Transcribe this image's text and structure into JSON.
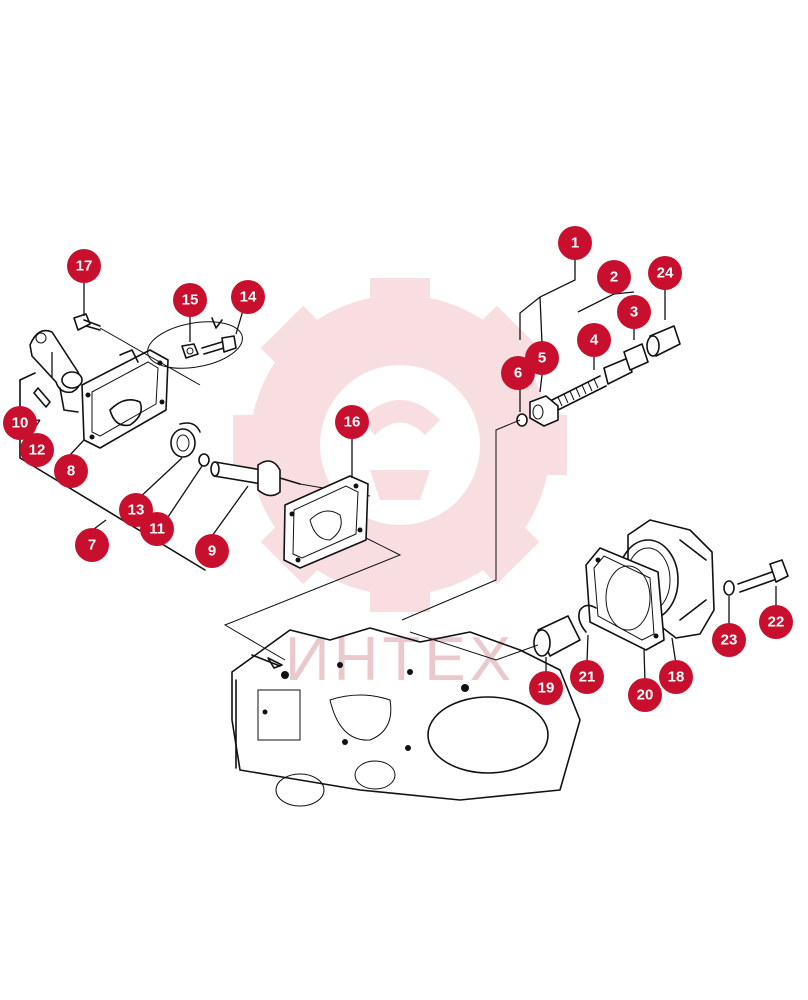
{
  "watermark": {
    "text": "ИНТЕХ",
    "color": "#f4c4c8"
  },
  "callout_color": "#c8102e",
  "callouts": [
    {
      "label": "1"
    },
    {
      "label": "2"
    },
    {
      "label": "3"
    },
    {
      "label": "4"
    },
    {
      "label": "5"
    },
    {
      "label": "6"
    },
    {
      "label": "7"
    },
    {
      "label": "8"
    },
    {
      "label": "9"
    },
    {
      "label": "10"
    },
    {
      "label": "11"
    },
    {
      "label": "12"
    },
    {
      "label": "13"
    },
    {
      "label": "14"
    },
    {
      "label": "15"
    },
    {
      "label": "16"
    },
    {
      "label": "17"
    },
    {
      "label": "18"
    },
    {
      "label": "19"
    },
    {
      "label": "20"
    },
    {
      "label": "21"
    },
    {
      "label": "22"
    },
    {
      "label": "23"
    },
    {
      "label": "24"
    }
  ]
}
